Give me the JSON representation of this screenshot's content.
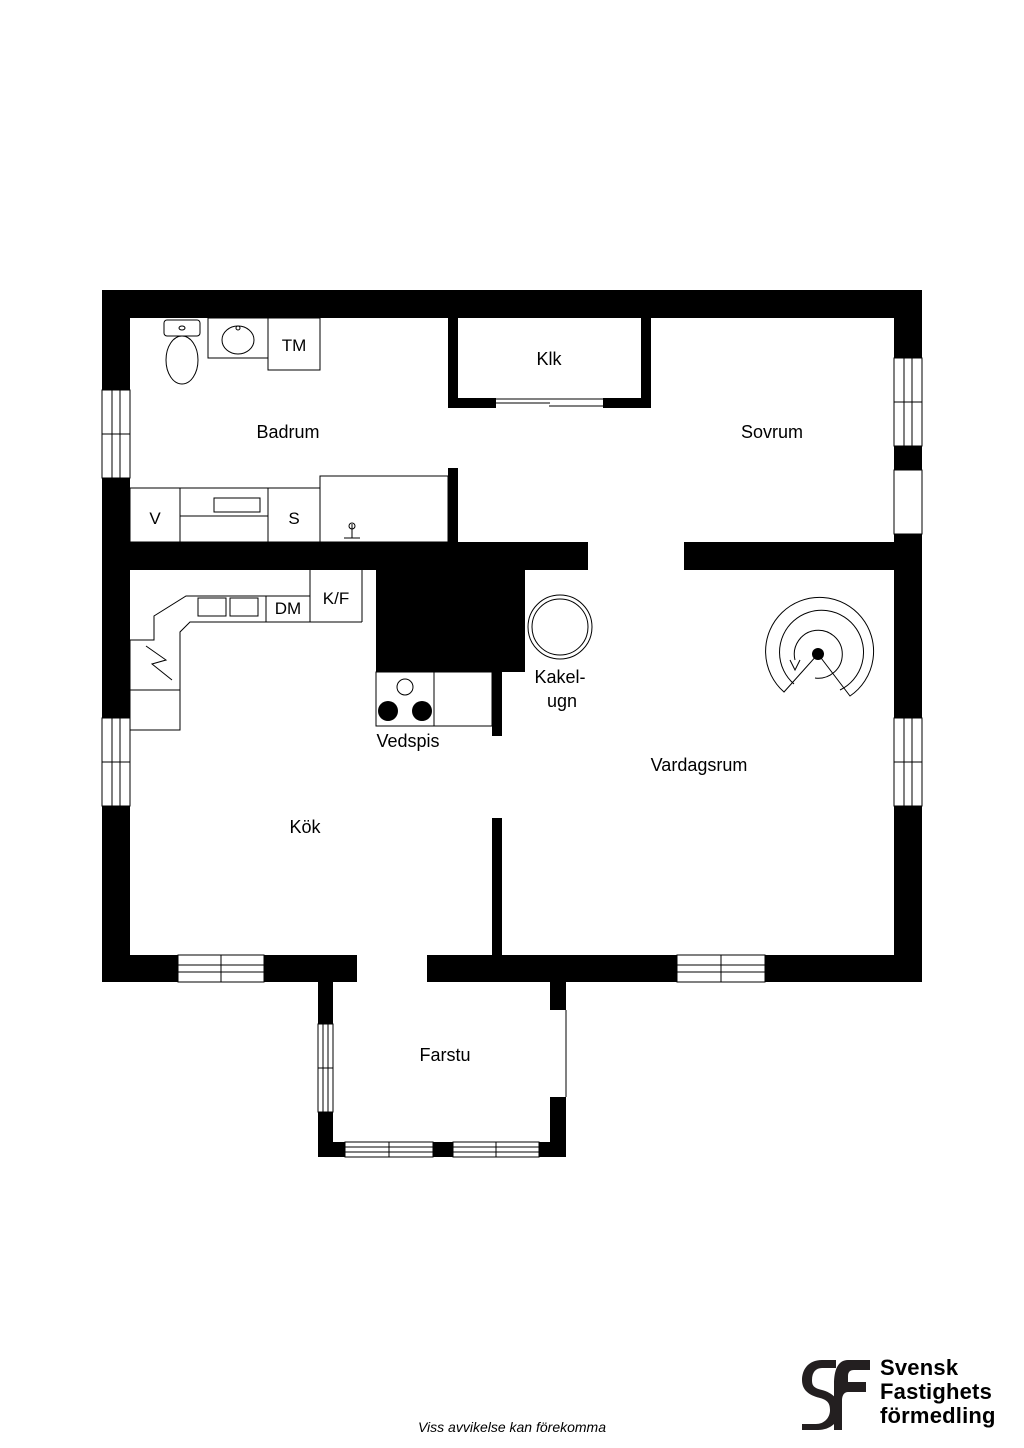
{
  "rooms": {
    "badrum": "Badrum",
    "klk": "Klk",
    "sovrum": "Sovrum",
    "kok": "Kök",
    "vardagsrum": "Vardagsrum",
    "farstu": "Farstu"
  },
  "fixtures": {
    "tm": "TM",
    "v": "V",
    "s": "S",
    "dm": "DM",
    "kf": "K/F",
    "vedspis": "Vedspis",
    "kakelugn_line1": "Kakel-",
    "kakelugn_line2": "ugn"
  },
  "footer": {
    "disclaimer": "Viss avvikelse kan förekomma"
  },
  "brand": {
    "line1": "Svensk",
    "line2": "Fastighets",
    "line3": "förmedling",
    "logo_icon": "sf-logo-icon"
  },
  "colors": {
    "wall": "#000000",
    "background": "#ffffff"
  }
}
